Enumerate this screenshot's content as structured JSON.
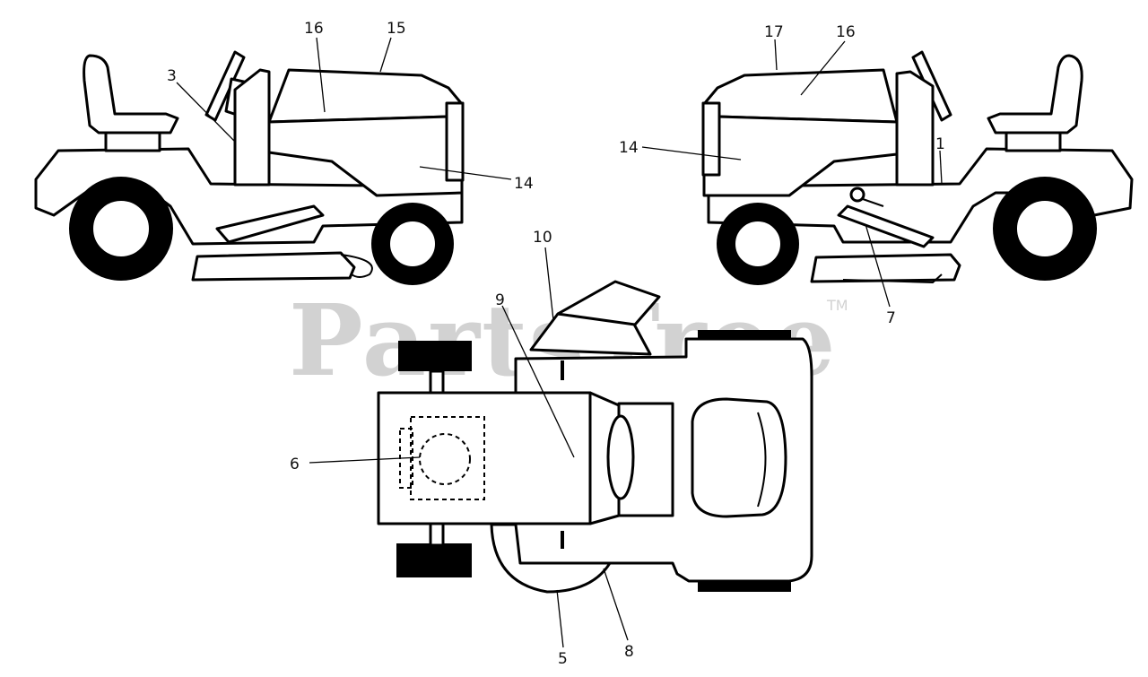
{
  "watermark": {
    "text": "PartsTree",
    "trademark": "TM"
  },
  "callouts": [
    {
      "id": "c16a",
      "text": "16"
    },
    {
      "id": "c15",
      "text": "15"
    },
    {
      "id": "c3",
      "text": "3"
    },
    {
      "id": "c14a",
      "text": "14"
    },
    {
      "id": "c17",
      "text": "17"
    },
    {
      "id": "c16b",
      "text": "16"
    },
    {
      "id": "c14b",
      "text": "14"
    },
    {
      "id": "c1",
      "text": "1"
    },
    {
      "id": "c7",
      "text": "7"
    },
    {
      "id": "c10",
      "text": "10"
    },
    {
      "id": "c9",
      "text": "9"
    },
    {
      "id": "c6",
      "text": "6"
    },
    {
      "id": "c5",
      "text": "5"
    },
    {
      "id": "c8",
      "text": "8"
    }
  ]
}
